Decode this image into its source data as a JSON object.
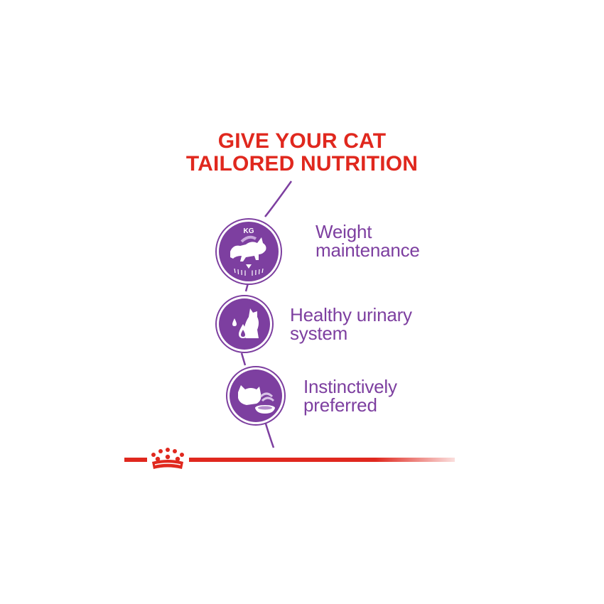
{
  "headline": {
    "line1": "GIVE YOUR CAT",
    "line2": "TAILORED NUTRITION"
  },
  "colors": {
    "headline": "#e0281e",
    "purple": "#7d3fa0",
    "accent_red": "#e0281e"
  },
  "benefits": [
    {
      "line1": "Weight",
      "line2": "maintenance",
      "icon": "weight-scale-cat-icon",
      "badge_text": "KG"
    },
    {
      "line1": "Healthy urinary",
      "line2": "system",
      "icon": "urinary-drop-cat-icon"
    },
    {
      "line1": "Instinctively",
      "line2": "preferred",
      "icon": "cat-eating-bowl-icon"
    }
  ],
  "logo": {
    "icon": "royal-crown-logo"
  }
}
